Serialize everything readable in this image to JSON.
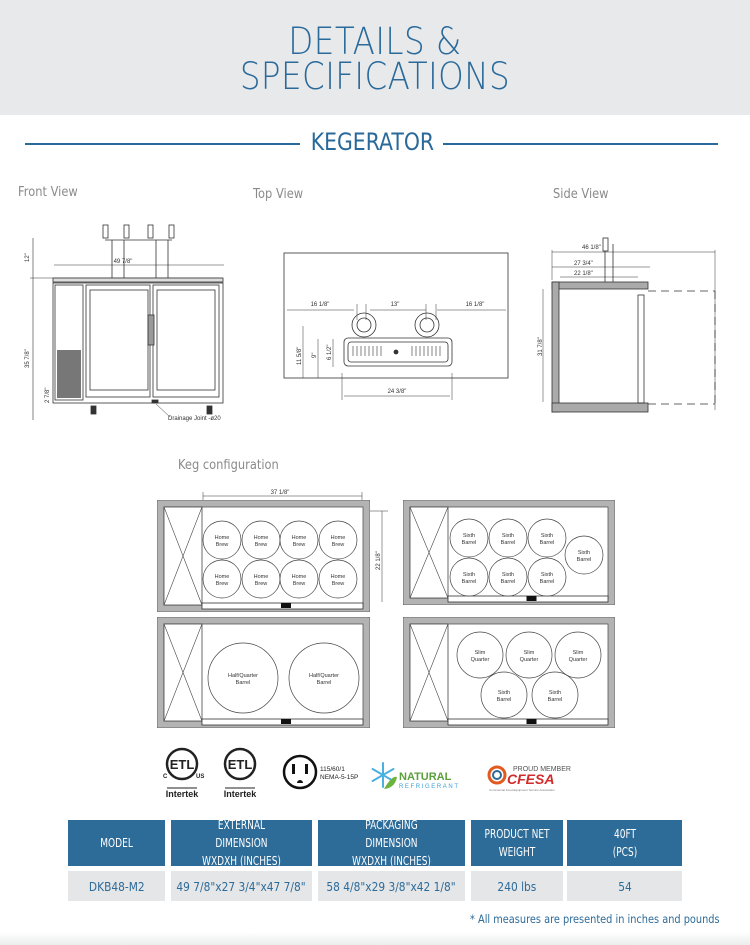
{
  "header": {
    "title_line1": "DETAILS &",
    "title_line2": "SPECIFICATIONS"
  },
  "section_title": "KEGERATOR",
  "views": {
    "front": {
      "label": "Front View",
      "dim_width": "49 7/8\"",
      "dim_height_top": "12\"",
      "dim_height": "35 7/8\"",
      "dim_base": "2 7/8\"",
      "drain_label": "Drainage Joint -ø20"
    },
    "top": {
      "label": "Top View",
      "dim_left": "16 1/8\"",
      "dim_center": "13\"",
      "dim_right": "16 1/8\"",
      "dim_depth1": "11 5/8\"",
      "dim_depth2": "9\"",
      "dim_depth3": "6 1/2\"",
      "dim_tray": "24 3/8\""
    },
    "side": {
      "label": "Side View",
      "dim_total": "46 1/8\"",
      "dim_depth": "27 3/4\"",
      "dim_inner": "22 1/8\"",
      "dim_height": "31 7/8\""
    }
  },
  "keg_configuration": {
    "label": "Keg configuration",
    "dim_width": "37 1/8\"",
    "dim_depth": "22 1/8\"",
    "configs": [
      {
        "kegs": [
          "Home Brew",
          "Home Brew",
          "Home Brew",
          "Home Brew",
          "Home Brew",
          "Home Brew",
          "Home Brew",
          "Home Brew"
        ]
      },
      {
        "kegs": [
          "Sixth Barrel",
          "Sixth Barrel",
          "Sixth Barrel",
          "Sixth Barrel",
          "Sixth Barrel",
          "Sixth Barrel",
          "Sixth Barrel"
        ]
      },
      {
        "kegs": [
          "Half/Quarter Barrel",
          "Half/Quarter Barrel"
        ]
      },
      {
        "kegs": [
          "Slim Quarter",
          "Slim Quarter",
          "Slim Quarter",
          "Sixth Barrel",
          "Sixth Barrel"
        ]
      }
    ]
  },
  "certifications": {
    "etl1": {
      "mark": "ETL",
      "c": "C",
      "us": "US",
      "brand": "Intertek"
    },
    "etl2": {
      "mark": "ETL",
      "brand": "Intertek"
    },
    "plug": {
      "line1": "115/60/1",
      "line2": "NEMA-5-15P"
    },
    "natural": {
      "line1": "NATURAL",
      "line2": "REFRIGERANT"
    },
    "cfesa": {
      "top": "PROUD MEMBER",
      "name": "CFESA",
      "sub": "Commercial Food Equipment Service Association"
    }
  },
  "spec_table": {
    "headers": [
      [
        "MODEL",
        ""
      ],
      [
        "EXTERNAL DIMENSION",
        "WXDXH (INCHES)"
      ],
      [
        "PACKAGING DIMENSION",
        "WXDXH (INCHES)"
      ],
      [
        "PRODUCT NET",
        "WEIGHT"
      ],
      [
        "40FT",
        "(PCS)"
      ]
    ],
    "rows": [
      [
        "DKB48-M2",
        "49 7/8\"x27 3/4\"x47 7/8\"",
        "58 4/8\"x29 3/8\"x42 1/8\"",
        "240 lbs",
        "54"
      ]
    ]
  },
  "footnote": "* All measures are presented in inches and pounds",
  "colors": {
    "brand_blue": "#2a6a9a",
    "header_bg": "#e8e9eb",
    "table_header": "#2d6b99",
    "table_row": "#e4e6e8"
  }
}
